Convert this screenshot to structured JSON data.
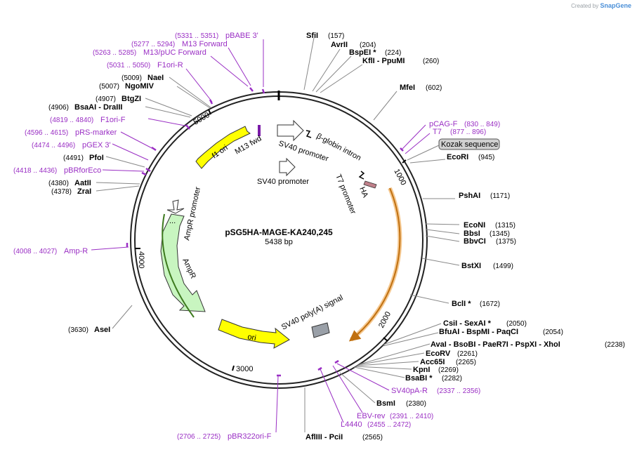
{
  "credit": {
    "prefix": "Created by",
    "brand": "SnapGene"
  },
  "plasmid": {
    "name": "pSG5HA-MAGE-KA240,245",
    "size": "5438 bp"
  },
  "ticks": [
    "1000",
    "2000",
    "3000",
    "4000",
    "5000"
  ],
  "features": {
    "f1_ori": "f1 ori",
    "m13_fwd": "M13 fwd",
    "sv40_promoter_a": "SV40 promoter",
    "sv40_promoter_b": "SV40 promoter",
    "beta_globin_intron": "β-globin intron",
    "t7_promoter": "T7 promoter",
    "ha": "HA",
    "ampr_promoter": "AmpR promoter",
    "ampr": "AmpR",
    "ori": "ori",
    "sv40_polya": "SV40 poly(A) signal",
    "kozak": "Kozak sequence"
  },
  "sites": [
    {
      "name": "SfiI",
      "pos": "(157)"
    },
    {
      "name": "AvrII",
      "pos": "(204)"
    },
    {
      "name": "BspEI *",
      "pos": "(224)"
    },
    {
      "name": "KflI  -  PpuMI",
      "pos": "(260)"
    },
    {
      "name": "MfeI",
      "pos": "(602)"
    },
    {
      "name": "EcoRI",
      "pos": "(945)"
    },
    {
      "name": "PshAI",
      "pos": "(1171)"
    },
    {
      "name": "EcoNI",
      "pos": "(1315)"
    },
    {
      "name": "BbsI",
      "pos": "(1345)"
    },
    {
      "name": "BbvCI",
      "pos": "(1375)"
    },
    {
      "name": "BstXI",
      "pos": "(1499)"
    },
    {
      "name": "BclI *",
      "pos": "(1672)"
    },
    {
      "name": "CsiI  -  SexAI *",
      "pos": "(2050)"
    },
    {
      "name": "BfuAI  -  BspMI  -  PaqCI",
      "pos": "(2054)"
    },
    {
      "name": "AvaI  -  BsoBI  -  PaeR7I  -  PspXI  -  XhoI",
      "pos": "(2238)"
    },
    {
      "name": "EcoRV",
      "pos": "(2261)"
    },
    {
      "name": "Acc65I",
      "pos": "(2265)"
    },
    {
      "name": "KpnI",
      "pos": "(2269)"
    },
    {
      "name": "BsaBI *",
      "pos": "(2282)"
    },
    {
      "name": "BsmI",
      "pos": "(2380)"
    },
    {
      "name": "AflIII  -  PciI",
      "pos": "(2565)"
    },
    {
      "name": "AseI",
      "pos": "(3630)"
    },
    {
      "name": "ZraI",
      "pos": "(4378)"
    },
    {
      "name": "AatII",
      "pos": "(4380)"
    },
    {
      "name": "PfoI",
      "pos": "(4491)"
    },
    {
      "name": "BsaAI  -  DraIII",
      "pos": "(4906)"
    },
    {
      "name": "BtgZI",
      "pos": "(4907)"
    },
    {
      "name": "NgoMIV",
      "pos": "(5007)"
    },
    {
      "name": "NaeI",
      "pos": "(5009)"
    }
  ],
  "primers": [
    {
      "name": "pBABE 3'",
      "pos": "(5331 .. 5351)"
    },
    {
      "name": "M13 Forward",
      "pos": "(5277 .. 5294)"
    },
    {
      "name": "M13/pUC Forward",
      "pos": "(5263 .. 5285)"
    },
    {
      "name": "F1ori-R",
      "pos": "(5031 .. 5050)"
    },
    {
      "name": "F1ori-F",
      "pos": "(4819 .. 4840)"
    },
    {
      "name": "pRS-marker",
      "pos": "(4596 .. 4615)"
    },
    {
      "name": "pGEX 3'",
      "pos": "(4474 .. 4496)"
    },
    {
      "name": "pBRforEco",
      "pos": "(4418 .. 4436)"
    },
    {
      "name": "Amp-R",
      "pos": "(4008 .. 4027)"
    },
    {
      "name": "pBR322ori-F",
      "pos": "(2706 .. 2725)"
    },
    {
      "name": "L4440",
      "pos": "(2455 .. 2472)"
    },
    {
      "name": "EBV-rev",
      "pos": "(2391 .. 2410)"
    },
    {
      "name": "SV40pA-R",
      "pos": "(2337 .. 2356)"
    },
    {
      "name": "pCAG-F",
      "pos": "(830 .. 849)"
    },
    {
      "name": "T7",
      "pos": "(877 .. 896)"
    }
  ],
  "colors": {
    "primer": "#9a2fc4",
    "f1_ori": "#ffff00",
    "ori": "#ffff00",
    "ampr": "#c8f5c0",
    "insert": "#e8a24a",
    "polya": "#9aa0a8",
    "ha": "#c0808a"
  }
}
